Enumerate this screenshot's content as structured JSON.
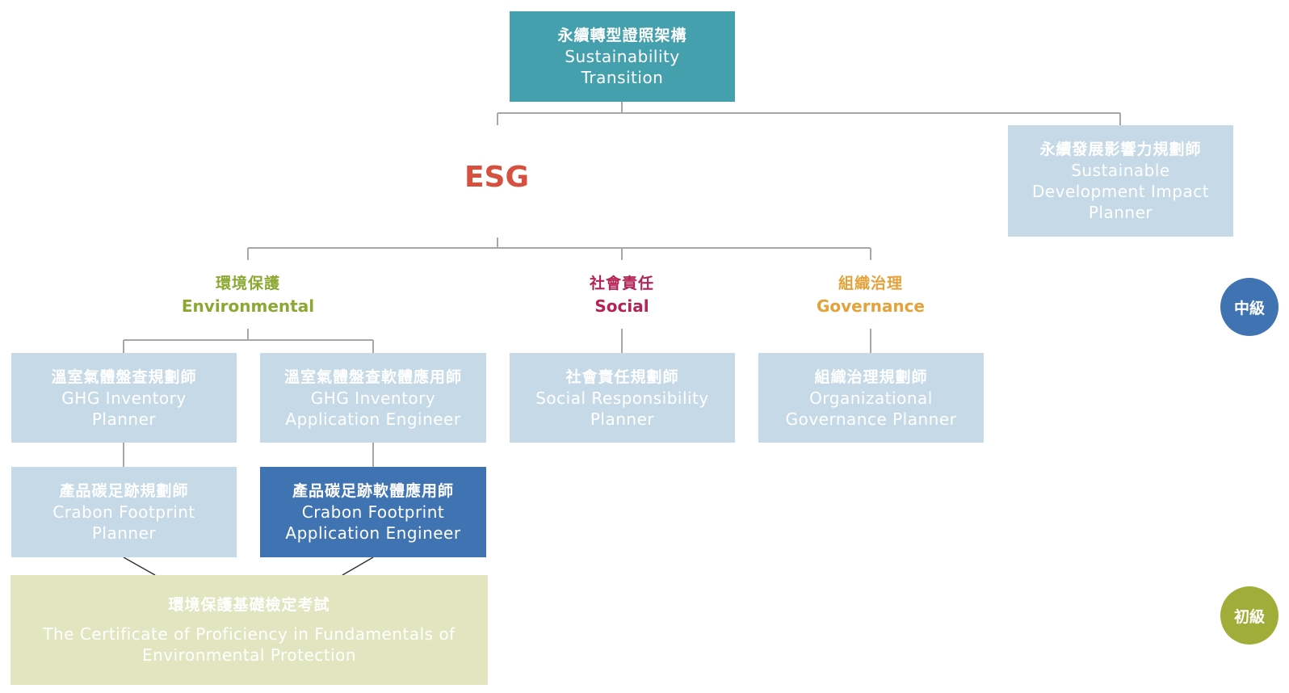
{
  "colors": {
    "top": "#45a0ae",
    "light_node": "#c5d9e7",
    "dark_node": "#3f73b2",
    "basic_node": "#e1e6c1",
    "esg": "#d6503f",
    "environmental": "#8aa832",
    "social": "#b32454",
    "governance": "#e4a23a",
    "level_mid": "#3f73b2",
    "level_basic": "#a0ae39",
    "connector": "#a7a7a7"
  },
  "top": {
    "zh": "永續轉型證照架構",
    "en1": "Sustainability",
    "en2": "Transition"
  },
  "esg": {
    "label": "ESG"
  },
  "sdip": {
    "zh": "永續發展影響力規劃師",
    "en1": "Sustainable",
    "en2": "Development Impact",
    "en3": "Planner"
  },
  "categories": {
    "environmental": {
      "zh": "環境保護",
      "en": "Environmental"
    },
    "social": {
      "zh": "社會責任",
      "en": "Social"
    },
    "governance": {
      "zh": "組織治理",
      "en": "Governance"
    }
  },
  "nodes": {
    "ghg_planner": {
      "zh": "溫室氣體盤查規劃師",
      "en1": "GHG Inventory",
      "en2": "Planner"
    },
    "ghg_engineer": {
      "zh": "溫室氣體盤查軟體應用師",
      "en1": "GHG Inventory",
      "en2": "Application Engineer"
    },
    "social_planner": {
      "zh": "社會責任規劃師",
      "en1": "Social Responsibility",
      "en2": "Planner"
    },
    "gov_planner": {
      "zh": "組織治理規劃師",
      "en1": "Organizational",
      "en2": "Governance Planner"
    },
    "carbon_planner": {
      "zh": "產品碳足跡規劃師",
      "en1": "Crabon Footprint",
      "en2": "Planner"
    },
    "carbon_engineer": {
      "zh": "產品碳足跡軟體應用師",
      "en1": "Crabon Footprint",
      "en2": "Application Engineer"
    },
    "basic_cert": {
      "zh": "環境保護基礎檢定考試",
      "en1": "The Certificate of Proficiency in Fundamentals of",
      "en2": "Environmental Protection"
    }
  },
  "levels": {
    "mid": "中級",
    "basic": "初級"
  }
}
